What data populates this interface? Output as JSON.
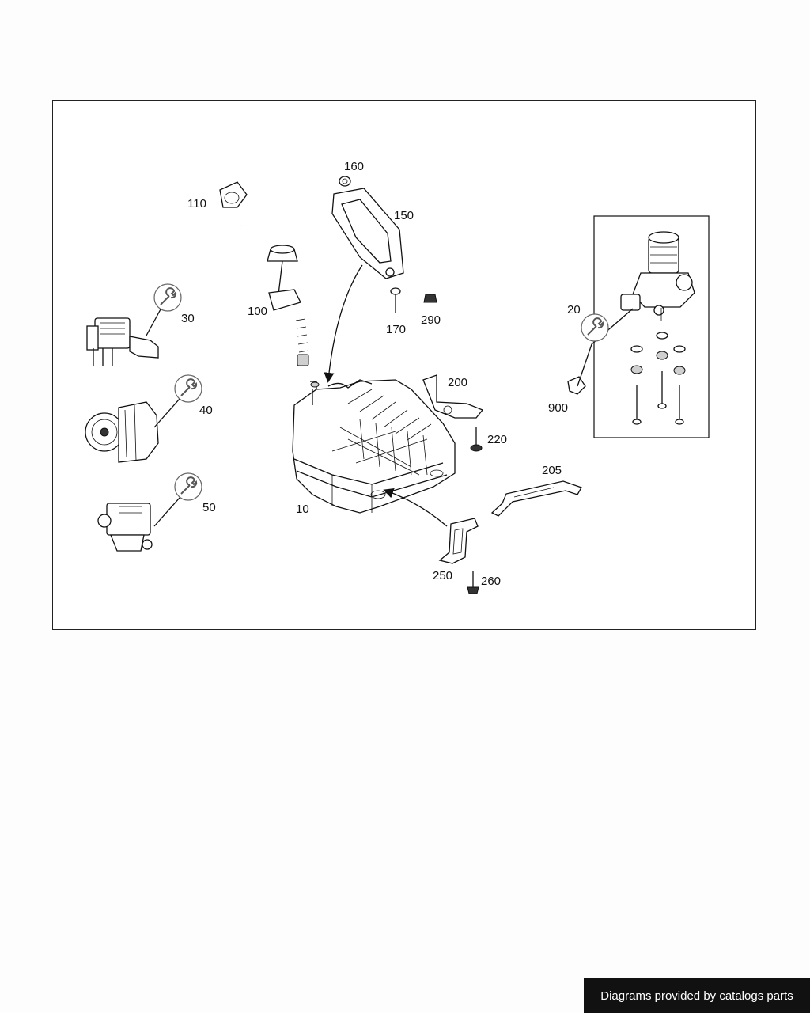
{
  "diagram": {
    "callouts": {
      "c10": "10",
      "c20": "20",
      "c30": "30",
      "c40": "40",
      "c50": "50",
      "c100": "100",
      "c110": "110",
      "c150": "150",
      "c160": "160",
      "c170": "170",
      "c200": "200",
      "c205": "205",
      "c220": "220",
      "c250": "250",
      "c260": "260",
      "c290": "290",
      "c900": "900"
    },
    "icons": [
      "wrench-icon"
    ]
  },
  "footer": {
    "credit": "Diagrams provided by catalogs parts"
  },
  "colors": {
    "line": "#111111",
    "footer_bg": "#111111",
    "footer_text": "#ffffff"
  }
}
